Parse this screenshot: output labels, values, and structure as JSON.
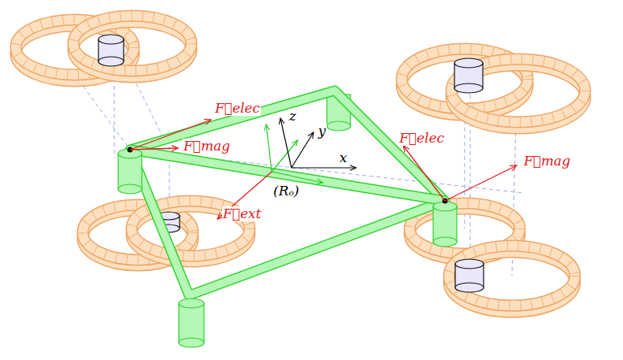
{
  "diagram": {
    "labels": [
      "F⃗elec",
      "F⃗mag",
      "z",
      "y",
      "x",
      "(Rₒ)",
      "F⃗elec",
      "F⃗mag",
      "F⃗ext"
    ]
  }
}
